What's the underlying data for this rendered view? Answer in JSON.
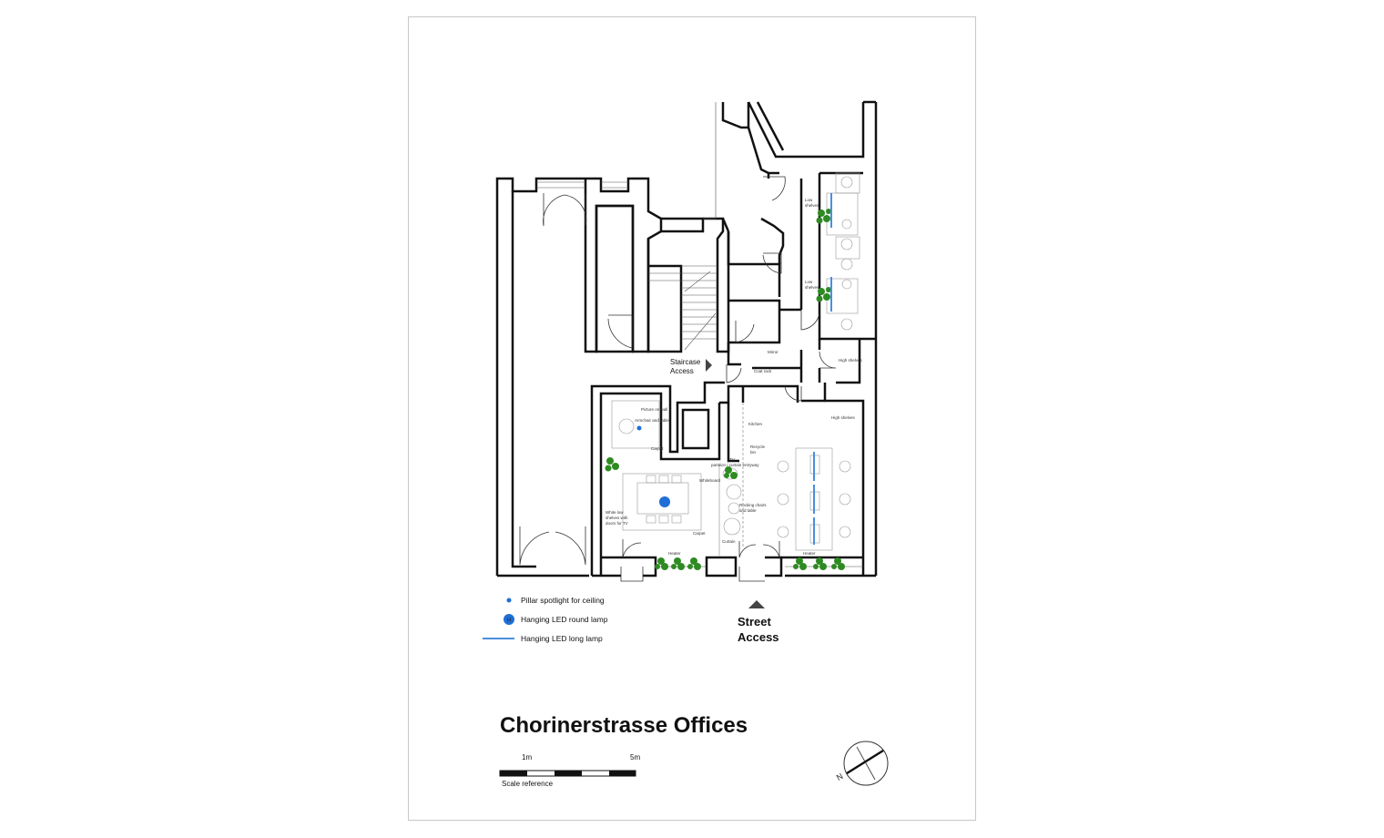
{
  "title": "Chorinerstrasse Offices",
  "colors": {
    "wall": "#111111",
    "plant": "#2e8b22",
    "lamp_blue": "#1f6fd6",
    "long_lamp": "#4a8fe0",
    "furniture": "#999999"
  },
  "legend": {
    "spotlight": "Pillar spotlight for ceiling",
    "round_lamp": "Hanging LED round lamp",
    "long_lamp": "Hanging LED long lamp",
    "round_lamp_symbol": "H"
  },
  "access": {
    "staircase_line1": "Staircase",
    "staircase_line2": "Access",
    "street_line1": "Street",
    "street_line2": "Access"
  },
  "room_labels": {
    "low_shelves_1a": "Low",
    "low_shelves_1b": "shelves",
    "low_shelves_2a": "Low",
    "low_shelves_2b": "shelves",
    "mirror": "Mirror",
    "high_shelves_1": "High shelves",
    "high_shelves_2": "High shelves",
    "coat_rack": "Coat rack",
    "picture_on_wall": "Picture on wall",
    "armchair_table": "Armchair and table",
    "carpet_1": "Carpet",
    "kitchen": "Kitchen",
    "recycle_bin_a": "Recycle",
    "recycle_bin_b": "bin",
    "whiteboard": "Whiteboard",
    "partition_a": "TV",
    "partition_b": "partition / curtain entryway",
    "rocking_chairs_a": "Rocking chairs",
    "rocking_chairs_b": "and table",
    "white_shelves_a": "White low",
    "white_shelves_b": "shelves with",
    "white_shelves_c": "doors for TV",
    "carpet_2": "Carpet",
    "curtain": "Curtain",
    "heater_1": "Heater",
    "heater_2": "Heater"
  },
  "scale": {
    "label_1m": "1m",
    "label_5m": "5m",
    "caption": "Scale reference"
  },
  "north": {
    "label": "N"
  }
}
